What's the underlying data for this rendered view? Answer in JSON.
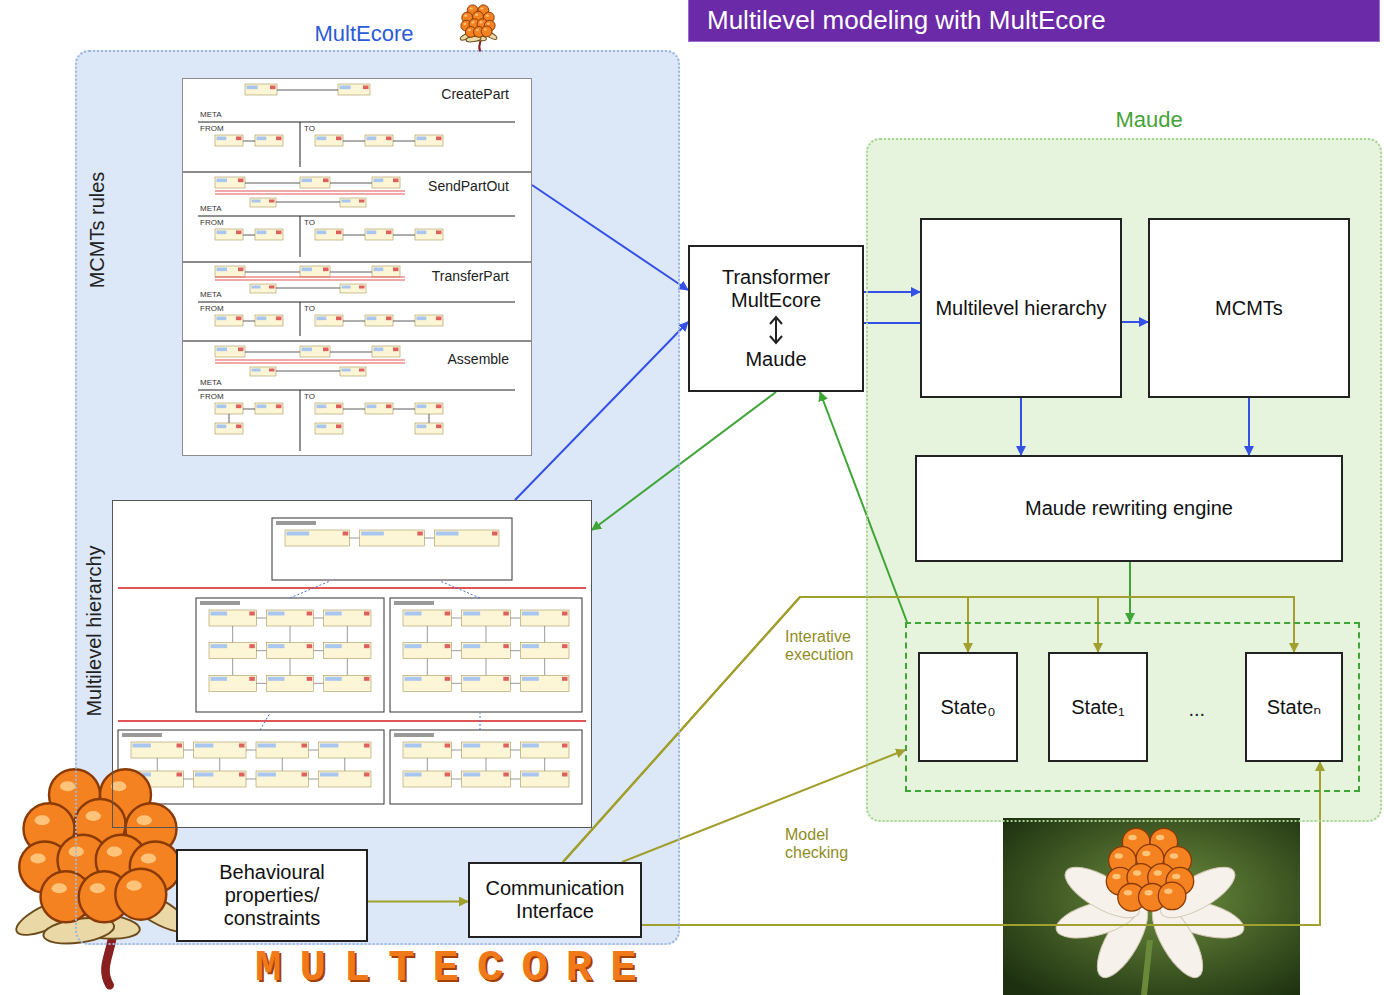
{
  "diagram": {
    "title": "Multilevel modeling with MultEcore",
    "nodes": [
      {
        "text": [
          "MultEcore"
        ]
      },
      {
        "text": [
          "MCMTs rules"
        ],
        "in": 0
      },
      {
        "text": [
          "CreatePart"
        ],
        "in": 1
      },
      {
        "text": [
          "SendPartOut"
        ],
        "in": 1
      },
      {
        "text": [
          "TransferPart"
        ],
        "in": 1
      },
      {
        "text": [
          "Assemble"
        ],
        "in": 1
      },
      {
        "text": [
          "Multilevel hierarchy"
        ],
        "in": 0
      },
      {
        "text": [
          "Behavioural properties/ constraints"
        ],
        "in": 0
      },
      {
        "text": [
          "Communication Interface"
        ],
        "in": 0
      },
      {
        "text": [
          "Transformer MultEcore",
          "Maude"
        ]
      },
      {
        "text": [
          "Maude"
        ]
      },
      {
        "text": [
          "Multilevel hierarchy"
        ],
        "in": 10
      },
      {
        "text": [
          "MCMTs"
        ],
        "in": 10
      },
      {
        "text": [
          "Maude rewriting engine"
        ],
        "in": 10
      },
      {
        "text": [
          "..."
        ],
        "in": 10
      },
      {
        "text": [
          "State₀"
        ],
        "in": 14
      },
      {
        "text": [
          "State₁"
        ],
        "in": 14
      },
      {
        "text": [
          "Stateₙ"
        ],
        "in": 14
      }
    ],
    "edges": [
      {
        "from": 1,
        "to": 9,
        "arrow": "to"
      },
      {
        "from": 6,
        "to": 9,
        "arrow": "to"
      },
      {
        "from": 9,
        "to": 11,
        "arrow": "to"
      },
      {
        "from": 9,
        "to": 11,
        "arrow": "none"
      },
      {
        "from": 11,
        "to": 12,
        "arrow": "to"
      },
      {
        "from": 11,
        "to": 13,
        "arrow": "to"
      },
      {
        "from": 12,
        "to": 13,
        "arrow": "to"
      },
      {
        "from": 13,
        "to": 14,
        "arrow": "to"
      },
      {
        "from": 9,
        "to": 6,
        "arrow": "to"
      },
      {
        "from": 14,
        "to": 9,
        "arrow": "to"
      },
      {
        "from": 8,
        "to": 15,
        "label": "Interative execution",
        "arrow": "to"
      },
      {
        "from": 8,
        "to": 16,
        "arrow": "to"
      },
      {
        "from": 8,
        "to": 17,
        "arrow": "to"
      },
      {
        "from": 8,
        "to": 14,
        "label": "Model checking",
        "arrow": "to"
      },
      {
        "from": 8,
        "to": 17,
        "arrow": "to"
      },
      {
        "from": 7,
        "to": 8,
        "arrow": "to"
      }
    ],
    "labels": [
      "MULTECORE",
      "META",
      "FROM",
      "TO",
      "META",
      "FROM",
      "TO",
      "META",
      "FROM",
      "TO",
      "META",
      "FROM",
      "TO"
    ]
  }
}
